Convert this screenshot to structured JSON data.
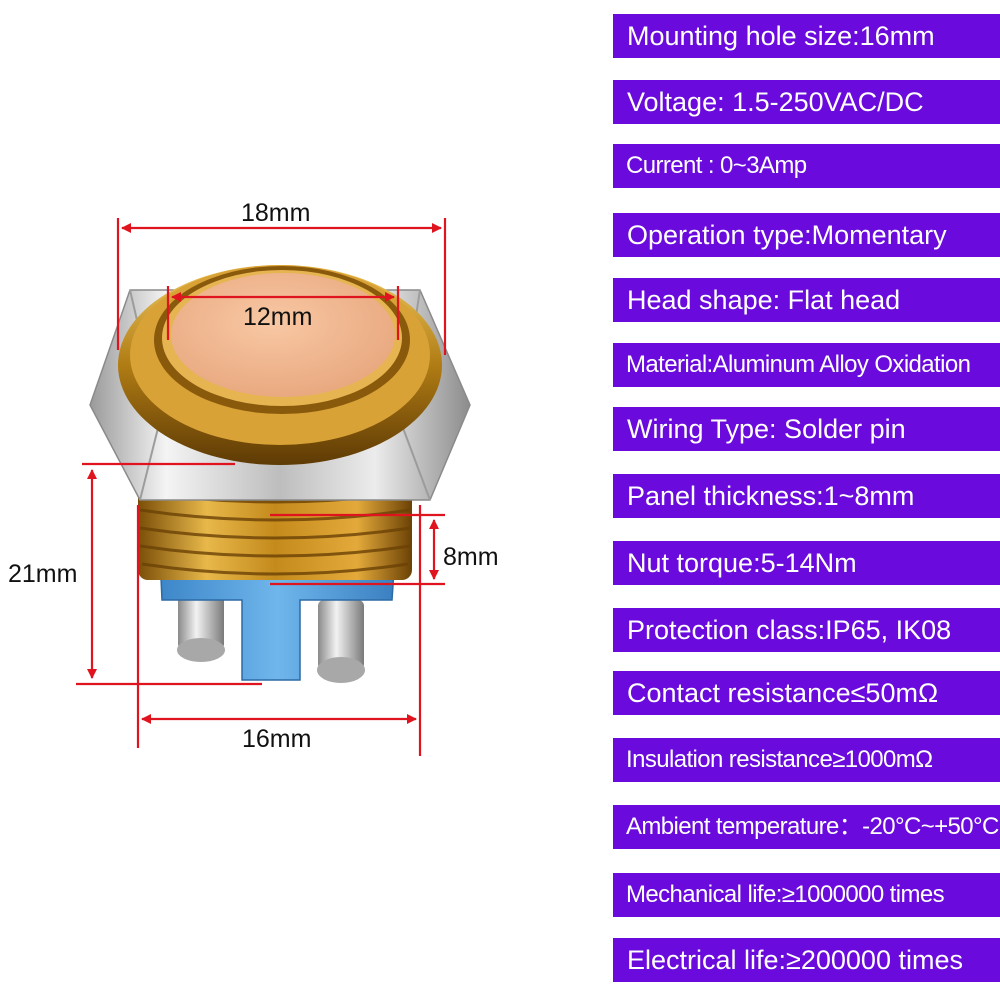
{
  "dimensions": {
    "top_width": "18mm",
    "head_width": "12mm",
    "height": "21mm",
    "thread_length": "8mm",
    "body_width": "16mm"
  },
  "specs": [
    {
      "text": "Mounting hole size:16mm"
    },
    {
      "text": "Voltage: 1.5-250VAC/DC"
    },
    {
      "text": "Current : 0~3Amp"
    },
    {
      "text": "Operation type:Momentary"
    },
    {
      "text": "Head shape: Flat head"
    },
    {
      "text": "Material:Aluminum Alloy Oxidation"
    },
    {
      "text": "Wiring Type: Solder pin"
    },
    {
      "text": "Panel thickness:1~8mm"
    },
    {
      "text": "Nut torque:5-14Nm"
    },
    {
      "text": "Protection class:IP65, IK08"
    },
    {
      "text": "Contact resistance≤50mΩ"
    },
    {
      "text": "Insulation resistance≥1000mΩ"
    },
    {
      "text": "Ambient temperature：-20°C~+50°C"
    },
    {
      "text": "Mechanical life:≥1000000 times"
    },
    {
      "text": "Electrical life:≥200000 times"
    }
  ],
  "colors": {
    "spec_bar": "#6a0adc",
    "dimension_lines": "#e0141e",
    "gold": "#c9961e",
    "button_face": "#f0b48c",
    "terminal_base": "#4f9fdc",
    "nut_silver": "#c8c8c8"
  }
}
